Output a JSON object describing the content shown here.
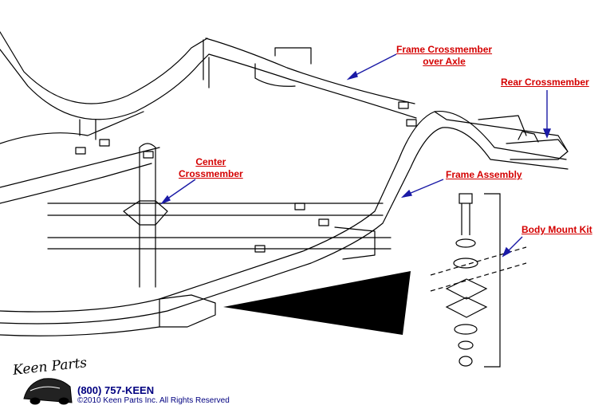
{
  "labels": {
    "frame_crossmember": [
      "Frame Crossmember",
      "over Axle"
    ],
    "rear_crossmember": "Rear Crossmember",
    "center_crossmember": [
      "Center",
      "Crossmember"
    ],
    "frame_assembly": "Frame Assembly",
    "body_mount_kit": "Body Mount Kit"
  },
  "footer": {
    "logo": "Keen Parts",
    "phone": "(800) 757-KEEN",
    "copyright": "©2010 Keen Parts Inc. All Rights Reserved"
  },
  "colors": {
    "label": "#d40000",
    "arrow": "#1a1aa6",
    "footer_text": "#000080",
    "line": "#000000"
  }
}
